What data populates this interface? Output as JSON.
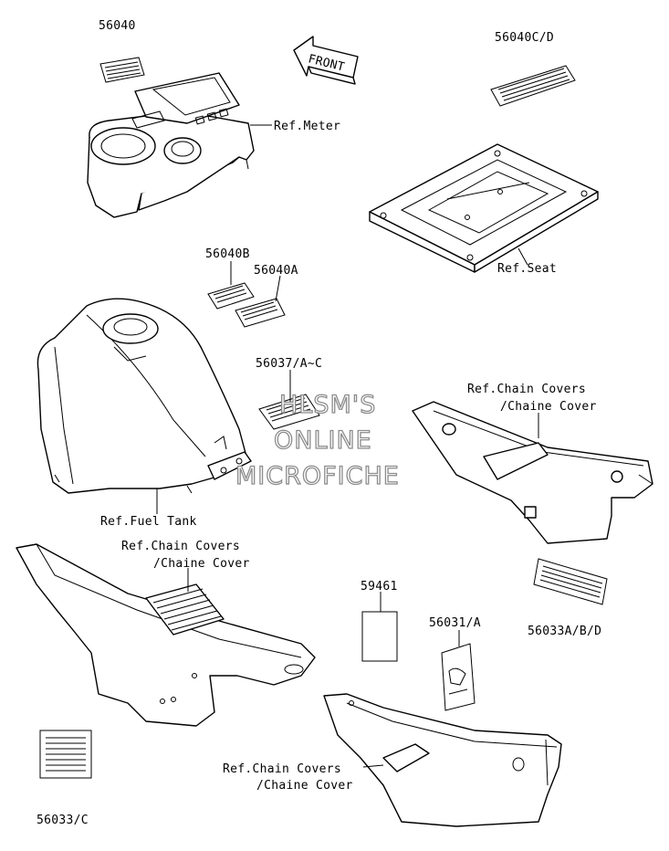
{
  "front_arrow": "FRONT",
  "labels": {
    "p56040": "56040",
    "p56040cd": "56040C/D",
    "ref_meter": "Ref.Meter",
    "ref_seat": "Ref.Seat",
    "p56040b": "56040B",
    "p56040a": "56040A",
    "p56037": "56037/A~C",
    "ref_chain_1a": "Ref.Chain Covers",
    "ref_chain_1b": "/Chaine Cover",
    "ref_fuel_tank": "Ref.Fuel Tank",
    "ref_chain_2a": "Ref.Chain Covers",
    "ref_chain_2b": "/Chaine Cover",
    "p59461": "59461",
    "p56031": "56031/A",
    "p56033abd": "56033A/B/D",
    "ref_chain_3a": "Ref.Chain Covers",
    "ref_chain_3b": "/Chaine Cover",
    "p56033c": "56033/C"
  },
  "watermark": {
    "line1": "HLSM'S",
    "line2": "ONLINE",
    "line3": "MICROFICHE"
  }
}
